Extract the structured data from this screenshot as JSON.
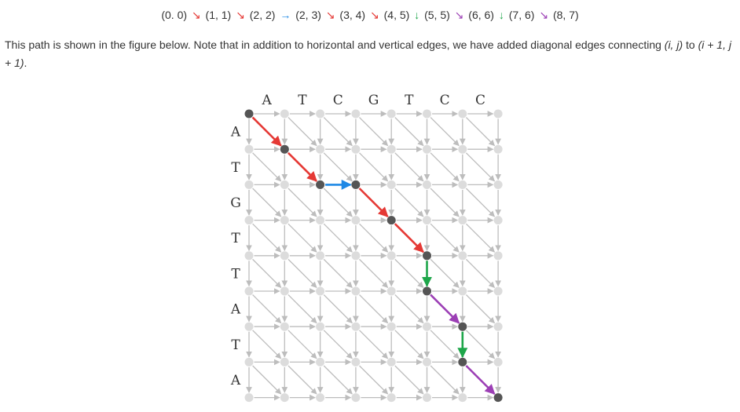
{
  "path_text": {
    "steps": [
      {
        "node": "(0. 0)",
        "arrow": "↘",
        "color": "#e53935"
      },
      {
        "node": "(1, 1)",
        "arrow": "↘",
        "color": "#e53935"
      },
      {
        "node": "(2, 2)",
        "arrow": "→",
        "color": "#1e88e5"
      },
      {
        "node": "(2, 3)",
        "arrow": "↘",
        "color": "#e53935"
      },
      {
        "node": "(3, 4)",
        "arrow": "↘",
        "color": "#e53935"
      },
      {
        "node": "(4, 5)",
        "arrow": "↓",
        "color": "#1ea64a"
      },
      {
        "node": "(5, 5)",
        "arrow": "↘",
        "color": "#9c3fb5"
      },
      {
        "node": "(6, 6)",
        "arrow": "↓",
        "color": "#1ea64a"
      },
      {
        "node": "(7, 6)",
        "arrow": "↘",
        "color": "#9c3fb5"
      },
      {
        "node": "(8, 7)",
        "arrow": "",
        "color": ""
      }
    ]
  },
  "description": {
    "part1": "This path is shown in the figure below. Note that in addition to horizontal and vertical edges, we have added diagonal edges connecting ",
    "coord1": "(i, j)",
    "part2": " to ",
    "coord2": "(i + 1, j + 1)",
    "part3": "."
  },
  "figure": {
    "top_sequence": [
      "A",
      "T",
      "C",
      "G",
      "T",
      "C",
      "C"
    ],
    "left_sequence": [
      "A",
      "T",
      "G",
      "T",
      "T",
      "A",
      "T",
      "A"
    ],
    "path_nodes": [
      [
        0,
        0
      ],
      [
        1,
        1
      ],
      [
        2,
        2
      ],
      [
        2,
        3
      ],
      [
        3,
        4
      ],
      [
        4,
        5
      ],
      [
        5,
        5
      ],
      [
        6,
        6
      ],
      [
        7,
        6
      ],
      [
        8,
        7
      ]
    ],
    "path_edge_colors": [
      "#e53935",
      "#e53935",
      "#1e88e5",
      "#e53935",
      "#e53935",
      "#1ea64a",
      "#9c3fb5",
      "#1ea64a",
      "#9c3fb5"
    ],
    "colors": {
      "grid_edge": "#bdbdbd",
      "grid_node": "#dcdcdc",
      "path_node": "#555555"
    }
  }
}
